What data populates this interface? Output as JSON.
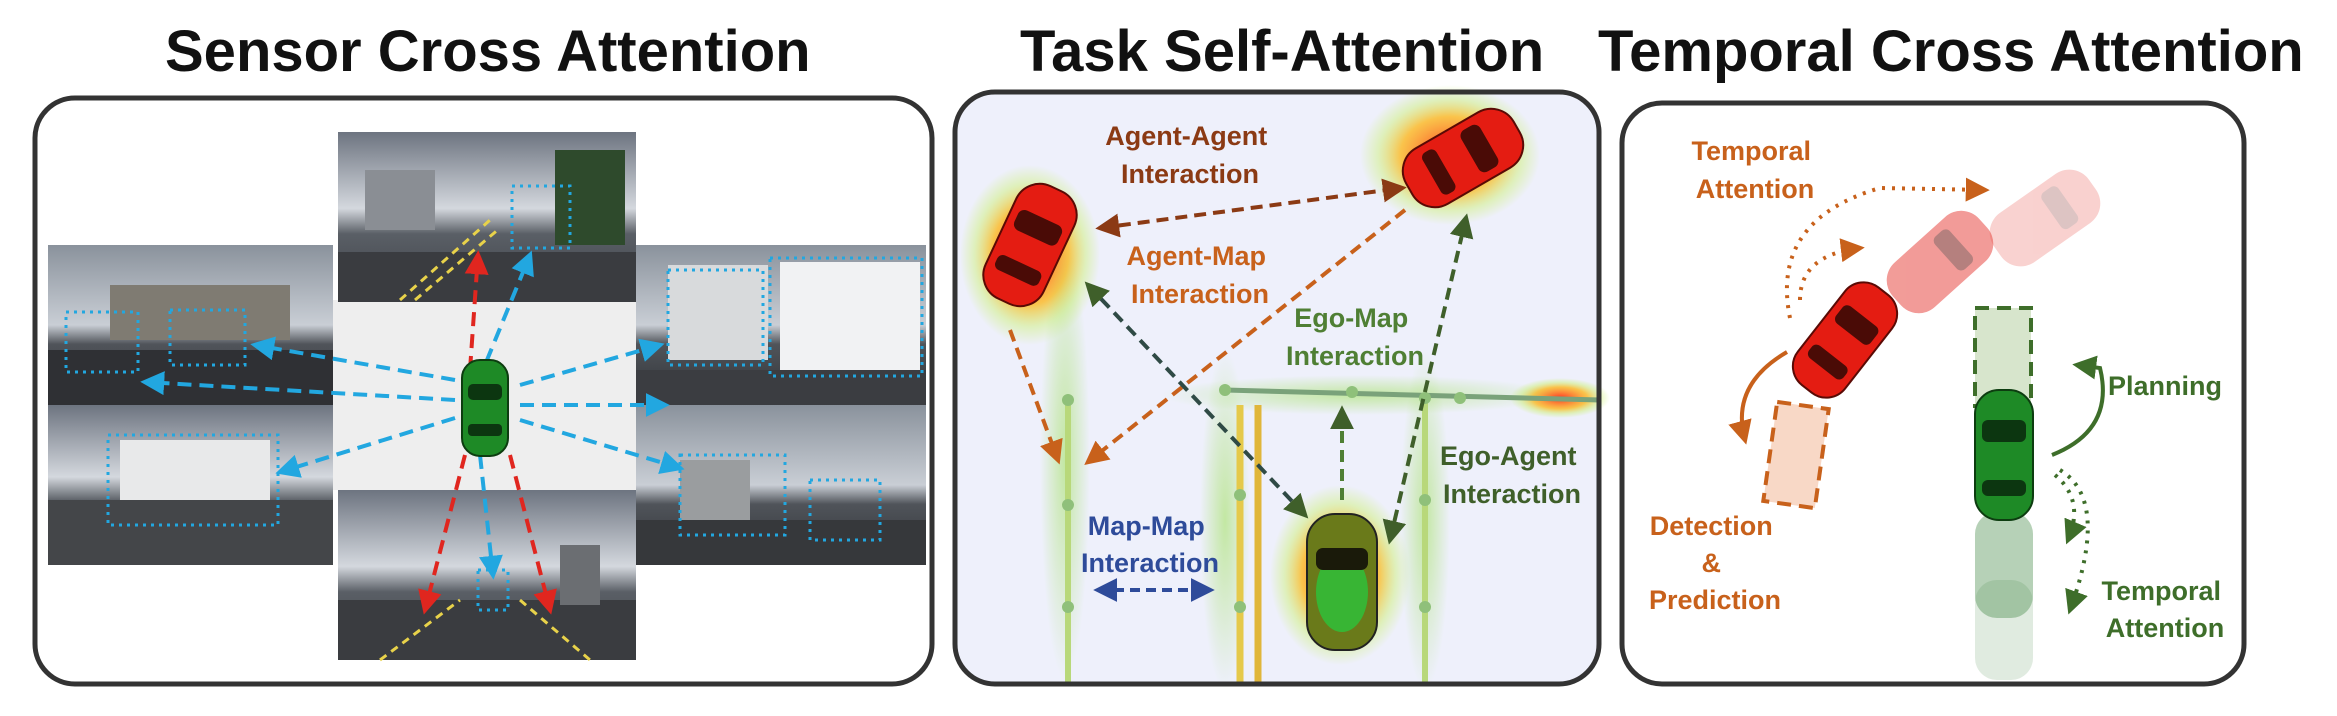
{
  "titles": {
    "sensor": "Sensor Cross Attention",
    "task": "Task Self-Attention",
    "temporal": "Temporal Cross Attention"
  },
  "task_panel": {
    "agent_agent": [
      "Agent-Agent",
      "Interaction"
    ],
    "agent_map": [
      "Agent-Map",
      "Interaction"
    ],
    "ego_map": [
      "Ego-Map",
      "Interaction"
    ],
    "ego_agent": [
      "Ego-Agent",
      "Interaction"
    ],
    "map_map": [
      "Map-Map",
      "Interaction"
    ]
  },
  "temporal_panel": {
    "temporal_attention_top": [
      "Temporal",
      "Attention"
    ],
    "planning": "Planning",
    "detection": [
      "Detection",
      "&",
      "Prediction"
    ],
    "temporal_attention_bottom": [
      "Temporal",
      "Attention"
    ]
  },
  "colors": {
    "agent_agent": "#8b3a14",
    "agent_map": "#c8611b",
    "ego_map": "#4f7f34",
    "ego_agent": "#3f5f2a",
    "map_map": "#2e4b9a",
    "sensor_blue": "#22a7e0",
    "sensor_red": "#e0261f",
    "planning_green": "#3e6e2a",
    "detection_orange": "#c8611b"
  }
}
